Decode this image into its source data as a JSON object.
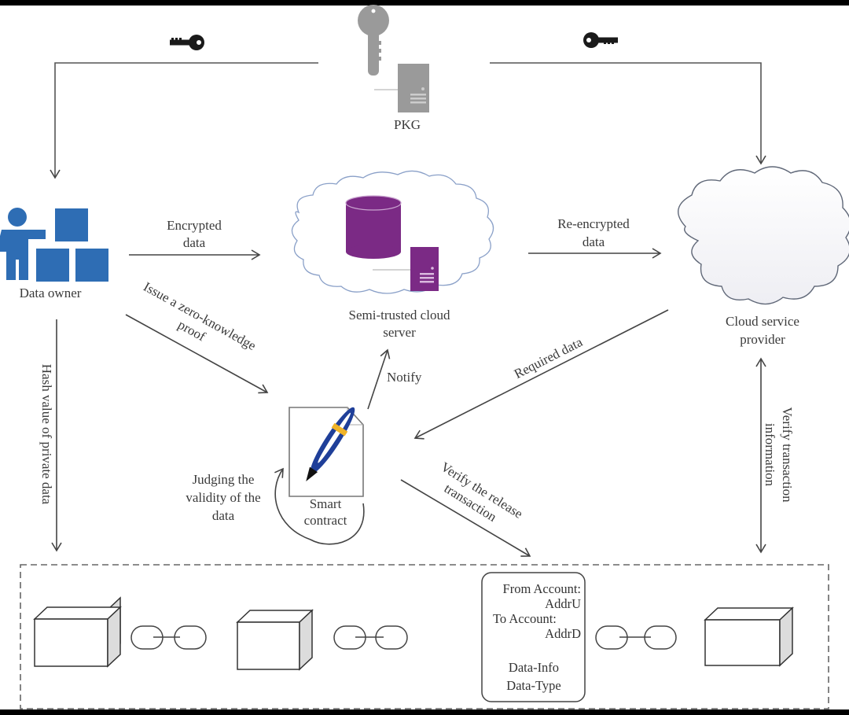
{
  "diagram": {
    "nodes": {
      "pkg": "PKG",
      "data_owner": "Data owner",
      "semi_trusted_server": [
        "Semi-trusted cloud",
        "server"
      ],
      "cloud_provider": [
        "Cloud service",
        "provider"
      ],
      "smart_contract": [
        "Smart",
        "contract"
      ]
    },
    "edges": {
      "encrypted_data": [
        "Encrypted",
        "data"
      ],
      "re_encrypted_data": [
        "Re-encrypted",
        "data"
      ],
      "zero_knowledge": [
        "Issue a zero-knowledge",
        "proof"
      ],
      "notify": "Notify",
      "required_data": "Required data",
      "judging": [
        "Judging the",
        "validity of the",
        "data"
      ],
      "verify_release": [
        "Verify the release",
        "transaction"
      ],
      "hash_value": "Hash value of private data",
      "verify_transaction": [
        "Verify transaction",
        "information"
      ]
    },
    "transaction_record": {
      "from_label": "From Account:",
      "from_value": "AddrU",
      "to_label": "To Account:",
      "to_value": "AddrD",
      "info": "Data-Info",
      "type": "Data-Type"
    },
    "icons": [
      "key-icon",
      "server-icon",
      "user-icon",
      "database-icon",
      "cloud-icon",
      "document-icon",
      "pen-icon",
      "block-icon",
      "chain-link-icon"
    ],
    "colors": {
      "owner_blue": "#2e6db4",
      "server_purple": "#7b2a85",
      "pkg_gray": "#9a9a9a",
      "pen_blue": "#1f3f99",
      "pen_band": "#f0b429",
      "line": "#444444"
    }
  }
}
